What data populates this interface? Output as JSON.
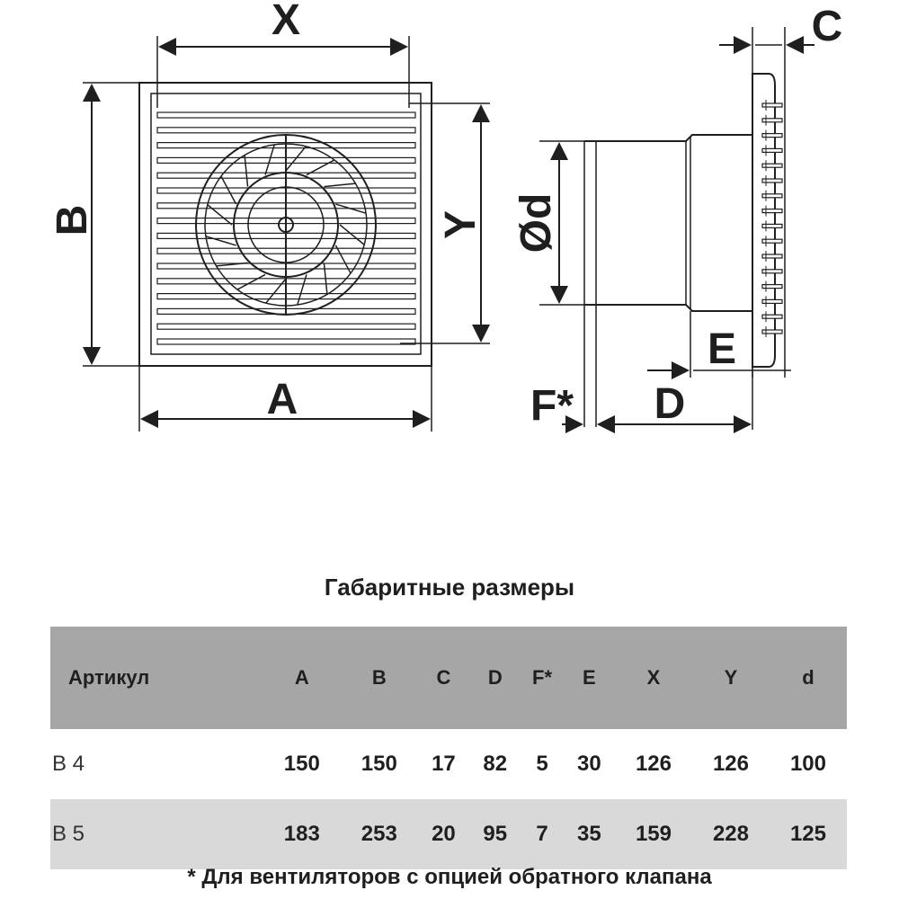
{
  "drawing": {
    "front_labels": {
      "x": "X",
      "y": "Y",
      "a": "A",
      "b": "B"
    },
    "side_labels": {
      "c": "C",
      "d_diam": "Ød",
      "e": "E",
      "d": "D",
      "f": "F*"
    }
  },
  "table": {
    "title": "Габаритные размеры",
    "headers": [
      "Артикул",
      "A",
      "B",
      "C",
      "D",
      "F*",
      "E",
      "X",
      "Y",
      "d"
    ],
    "rows": [
      [
        "B 4",
        "150",
        "150",
        "17",
        "82",
        "5",
        "30",
        "126",
        "126",
        "100"
      ],
      [
        "B 5",
        "183",
        "253",
        "20",
        "95",
        "7",
        "35",
        "159",
        "228",
        "125"
      ]
    ]
  },
  "footnote": "* Для вентиляторов с опцией обратного клапана"
}
